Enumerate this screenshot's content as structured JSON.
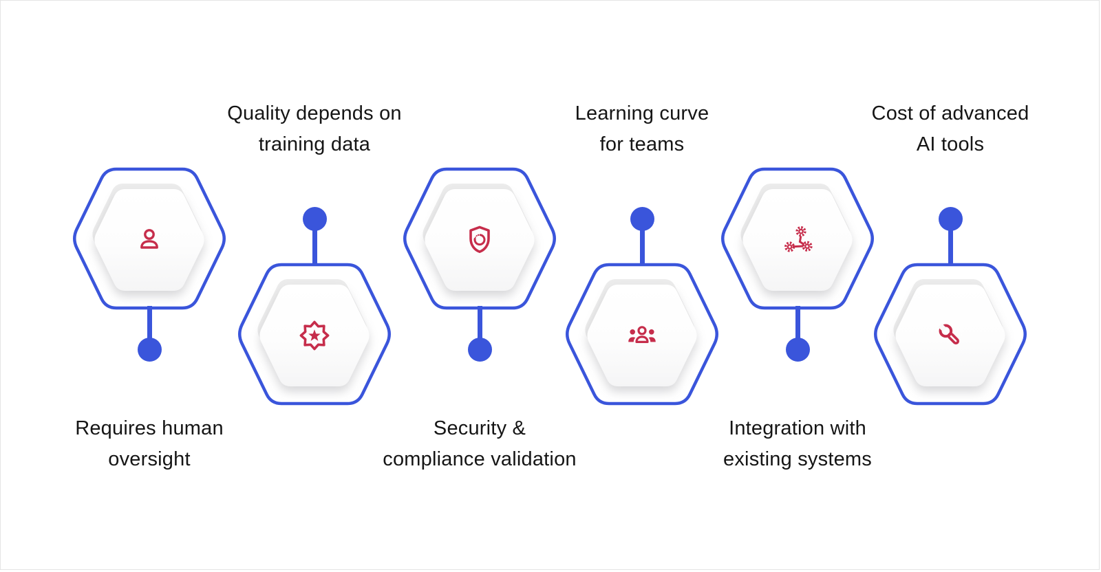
{
  "diagram": {
    "type": "hexagon-timeline-infographic",
    "theme": "AI adoption challenges / limitations"
  },
  "colors": {
    "accent_blue": "#3A55DB",
    "icon_red": "#C62D4B",
    "text": "#151515",
    "background": "#FFFFFF",
    "canvas_border": "#E4E4E4"
  },
  "items": [
    {
      "id": 1,
      "icon": "person-icon",
      "label_position": "below",
      "label": "Requires human oversight",
      "label_line1": "Requires human",
      "label_line2": "oversight"
    },
    {
      "id": 2,
      "icon": "badge-star-icon",
      "label_position": "above",
      "label": "Quality depends on training data",
      "label_line1": "Quality depends on",
      "label_line2": "training data"
    },
    {
      "id": 3,
      "icon": "shield-icon",
      "label_position": "below",
      "label": "Security & compliance validation",
      "label_line1": "Security &",
      "label_line2": "compliance validation"
    },
    {
      "id": 4,
      "icon": "team-icon",
      "label_position": "above",
      "label": "Learning curve for teams",
      "label_line1": "Learning curve",
      "label_line2": "for teams"
    },
    {
      "id": 5,
      "icon": "gears-icon",
      "label_position": "below",
      "label": "Integration with existing systems",
      "label_line1": "Integration with",
      "label_line2": "existing systems"
    },
    {
      "id": 6,
      "icon": "wrench-icon",
      "label_position": "above",
      "label": "Cost of advanced AI tools",
      "label_line1": "Cost of advanced",
      "label_line2": "AI tools"
    }
  ]
}
